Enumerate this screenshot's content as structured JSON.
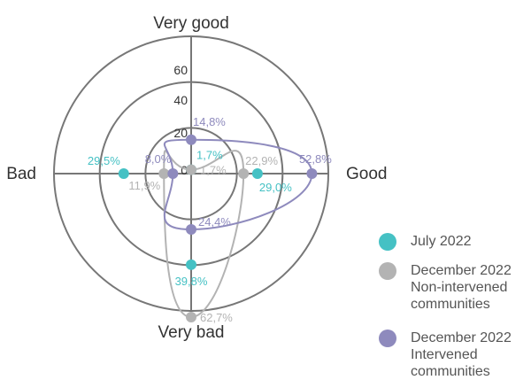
{
  "chart_data": {
    "type": "radar",
    "axes": [
      "Very good",
      "Good",
      "Very bad",
      "Bad"
    ],
    "rlim": [
      0,
      60
    ],
    "rticks": [
      "0",
      "20",
      "40",
      "60"
    ],
    "rtick_values": [
      0,
      20,
      40,
      60
    ],
    "series": [
      {
        "name": "July 2022",
        "color": "#45c1c4",
        "curve": false,
        "values": [
          1.7,
          29.0,
          39.8,
          29.5
        ],
        "labels": [
          "1,7%",
          "29,0%",
          "39,8%",
          "29,5%"
        ]
      },
      {
        "name": "December 2022 Non-intervened communities",
        "color": "#b3b3b3",
        "curve": true,
        "values": [
          1.7,
          22.9,
          62.7,
          11.9
        ],
        "labels": [
          "1,7%",
          "22,9%",
          "62,7%",
          "11,9%"
        ]
      },
      {
        "name": "December 2022 Intervened communities",
        "color": "#8e8abd",
        "curve": true,
        "values": [
          14.8,
          52.8,
          24.4,
          8.0
        ],
        "labels": [
          "14,8%",
          "52,8%",
          "24,4%",
          "8,0%"
        ]
      }
    ]
  },
  "legend": [
    {
      "line1": "July 2022",
      "line2": "",
      "line3": ""
    },
    {
      "line1": "December 2022",
      "line2": "Non-intervened",
      "line3": "communities"
    },
    {
      "line1": "December 2022",
      "line2": "Intervened",
      "line3": "communities"
    }
  ]
}
